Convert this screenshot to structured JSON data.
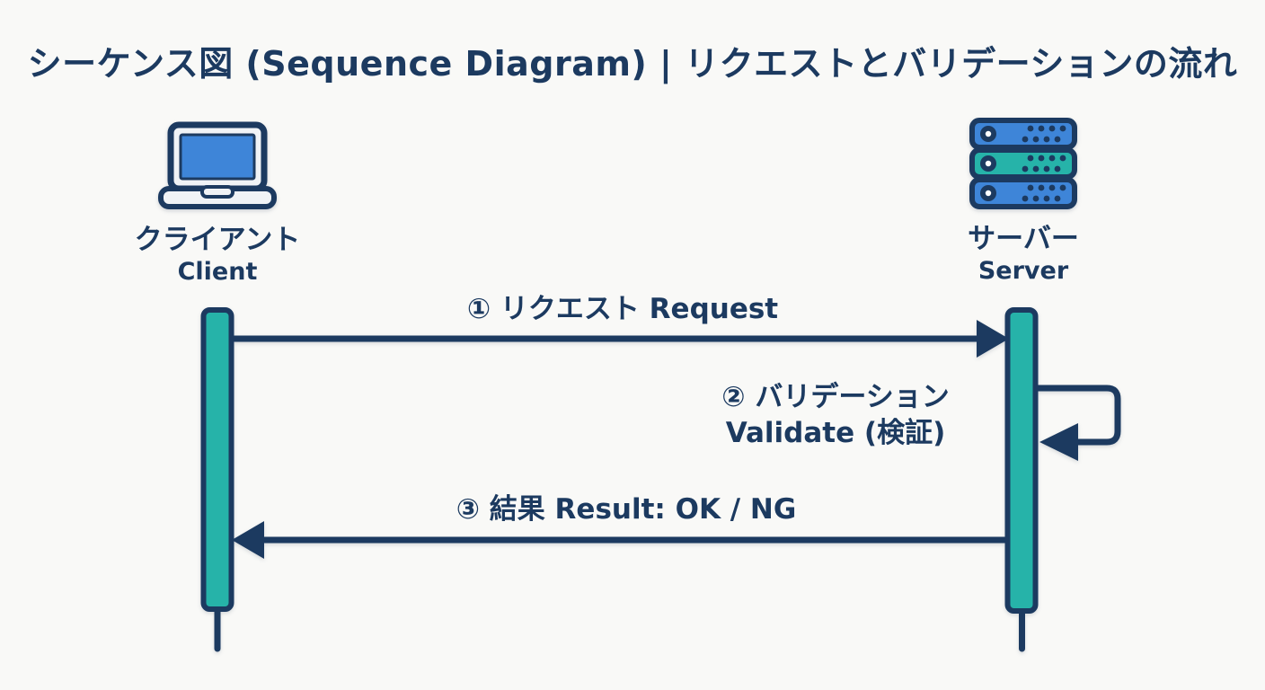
{
  "title": "シーケンス図 (Sequence Diagram) | リクエストとバリデーションの流れ",
  "actors": {
    "client": {
      "label_ja": "クライアント",
      "label_en": "Client",
      "icon": "laptop-icon"
    },
    "server": {
      "label_ja": "サーバー",
      "label_en": "Server",
      "icon": "server-icon"
    }
  },
  "messages": [
    {
      "id": "1",
      "label": "① リクエスト Request",
      "from": "Client",
      "to": "Server",
      "type": "solid-arrow-right"
    },
    {
      "id": "2",
      "label_line1": "② バリデーション",
      "label_line2": "Validate (検証)",
      "from": "Server",
      "to": "Server",
      "type": "self-loop"
    },
    {
      "id": "3",
      "label": "③ 結果 Result: OK / NG",
      "from": "Server",
      "to": "Client",
      "type": "solid-arrow-left"
    }
  ],
  "colors": {
    "navy": "#1c3a60",
    "teal": "#26b3a9",
    "blue": "#3e85d8",
    "background": "#f9f9f7",
    "icon_fill": "#f0f3f6"
  }
}
